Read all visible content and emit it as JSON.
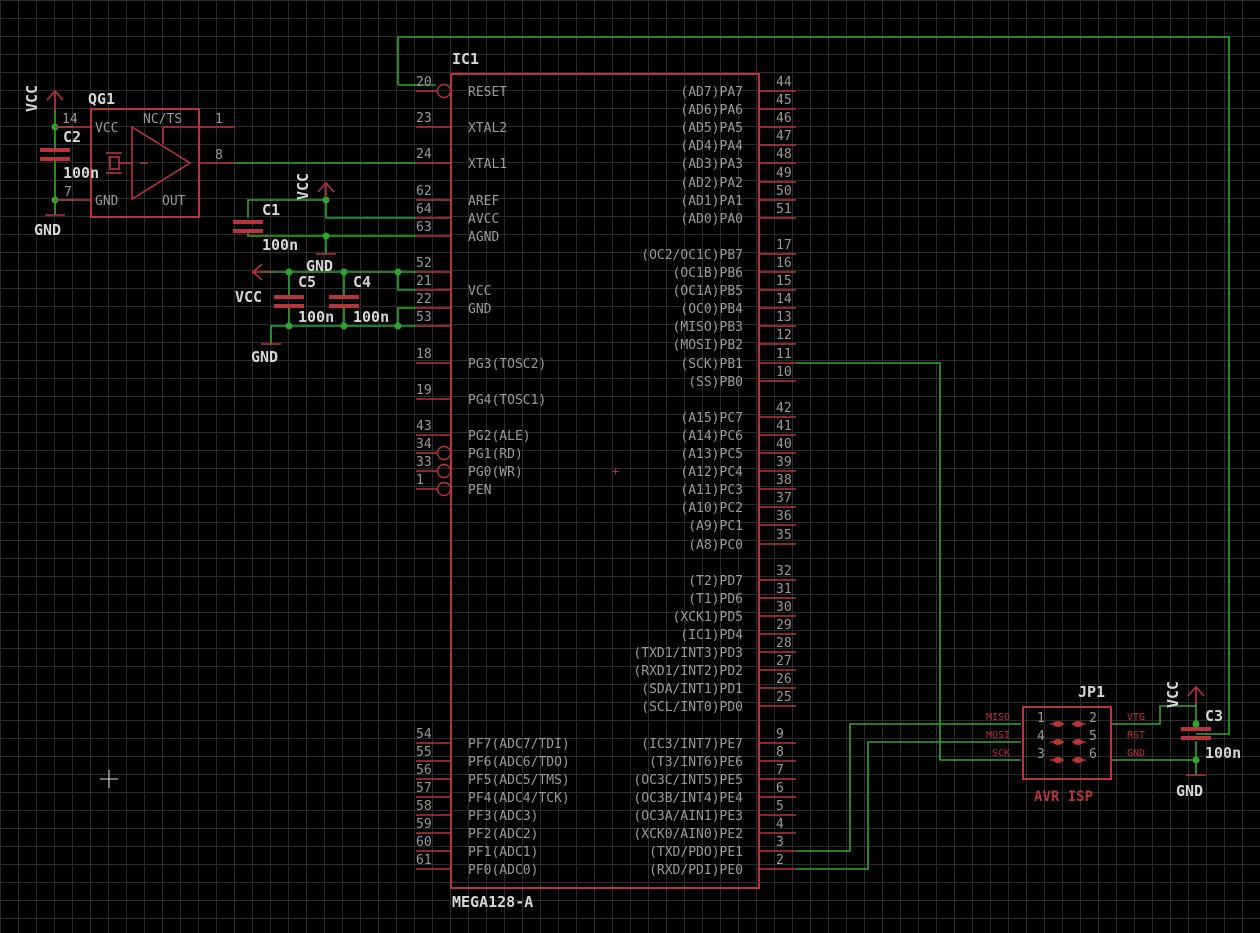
{
  "ic1": {
    "name": "IC1",
    "value": "MEGA128-A",
    "left_pins": [
      {
        "num": "20",
        "name": "RESET",
        "inv": true
      },
      {
        "num": "23",
        "name": "XTAL2"
      },
      {
        "num": "24",
        "name": "XTAL1"
      },
      {
        "num": "62",
        "name": "AREF"
      },
      {
        "num": "64",
        "name": "AVCC"
      },
      {
        "num": "63",
        "name": "AGND"
      },
      {
        "num": "52",
        "name": ""
      },
      {
        "num": "21",
        "name": "VCC"
      },
      {
        "num": "22",
        "name": "GND"
      },
      {
        "num": "53",
        "name": ""
      },
      {
        "num": "18",
        "name": "PG3(TOSC2)"
      },
      {
        "num": "19",
        "name": "PG4(TOSC1)"
      },
      {
        "num": "43",
        "name": "PG2(ALE)"
      },
      {
        "num": "34",
        "name": "PG1(RD)",
        "inv": true
      },
      {
        "num": "33",
        "name": "PG0(WR)",
        "inv": true
      },
      {
        "num": "1",
        "name": "PEN",
        "inv": true
      },
      {
        "num": "54",
        "name": "PF7(ADC7/TDI)"
      },
      {
        "num": "55",
        "name": "PF6(ADC6/TDO)"
      },
      {
        "num": "56",
        "name": "PF5(ADC5/TMS)"
      },
      {
        "num": "57",
        "name": "PF4(ADC4/TCK)"
      },
      {
        "num": "58",
        "name": "PF3(ADC3)"
      },
      {
        "num": "59",
        "name": "PF2(ADC2)"
      },
      {
        "num": "60",
        "name": "PF1(ADC1)"
      },
      {
        "num": "61",
        "name": "PF0(ADC0)"
      }
    ],
    "right_pins": [
      {
        "num": "44",
        "name": "(AD7)PA7"
      },
      {
        "num": "45",
        "name": "(AD6)PA6"
      },
      {
        "num": "46",
        "name": "(AD5)PA5"
      },
      {
        "num": "47",
        "name": "(AD4)PA4"
      },
      {
        "num": "48",
        "name": "(AD3)PA3"
      },
      {
        "num": "49",
        "name": "(AD2)PA2"
      },
      {
        "num": "50",
        "name": "(AD1)PA1"
      },
      {
        "num": "51",
        "name": "(AD0)PA0"
      },
      {
        "num": "17",
        "name": "(OC2/OC1C)PB7"
      },
      {
        "num": "16",
        "name": "(OC1B)PB6"
      },
      {
        "num": "15",
        "name": "(OC1A)PB5"
      },
      {
        "num": "14",
        "name": "(OC0)PB4"
      },
      {
        "num": "13",
        "name": "(MISO)PB3"
      },
      {
        "num": "12",
        "name": "(MOSI)PB2"
      },
      {
        "num": "11",
        "name": "(SCK)PB1"
      },
      {
        "num": "10",
        "name": "(SS)PB0"
      },
      {
        "num": "42",
        "name": "(A15)PC7"
      },
      {
        "num": "41",
        "name": "(A14)PC6"
      },
      {
        "num": "40",
        "name": "(A13)PC5"
      },
      {
        "num": "39",
        "name": "(A12)PC4"
      },
      {
        "num": "38",
        "name": "(A11)PC3"
      },
      {
        "num": "37",
        "name": "(A10)PC2"
      },
      {
        "num": "36",
        "name": "(A9)PC1"
      },
      {
        "num": "35",
        "name": "(A8)PC0"
      },
      {
        "num": "32",
        "name": "(T2)PD7"
      },
      {
        "num": "31",
        "name": "(T1)PD6"
      },
      {
        "num": "30",
        "name": "(XCK1)PD5"
      },
      {
        "num": "29",
        "name": "(IC1)PD4"
      },
      {
        "num": "28",
        "name": "(TXD1/INT3)PD3"
      },
      {
        "num": "27",
        "name": "(RXD1/INT2)PD2"
      },
      {
        "num": "26",
        "name": "(SDA/INT1)PD1"
      },
      {
        "num": "25",
        "name": "(SCL/INT0)PD0"
      },
      {
        "num": "9",
        "name": "(IC3/INT7)PE7"
      },
      {
        "num": "8",
        "name": "(T3/INT6)PE6"
      },
      {
        "num": "7",
        "name": "(OC3C/INT5)PE5"
      },
      {
        "num": "6",
        "name": "(OC3B/INT4)PE4"
      },
      {
        "num": "5",
        "name": "(OC3A/AIN1)PE3"
      },
      {
        "num": "4",
        "name": "(XCK0/AIN0)PE2"
      },
      {
        "num": "3",
        "name": "(TXD/PDO)PE1"
      },
      {
        "num": "2",
        "name": "(RXD/PDI)PE0"
      }
    ]
  },
  "qg1": {
    "name": "QG1",
    "pin_vcc": "VCC",
    "pin_nc": "NC/TS",
    "pin_gnd": "GND",
    "pin_out": "OUT",
    "num_vcc": "14",
    "num_gnd": "7",
    "num_nc": "1",
    "num_out": "8"
  },
  "caps": {
    "c1": {
      "name": "C1",
      "value": "100n"
    },
    "c2": {
      "name": "C2",
      "value": "100n"
    },
    "c3": {
      "name": "C3",
      "value": "100n"
    },
    "c4": {
      "name": "C4",
      "value": "100n"
    },
    "c5": {
      "name": "C5",
      "value": "100n"
    }
  },
  "supplies": {
    "vcc": "VCC",
    "gnd": "GND"
  },
  "jp1": {
    "name": "JP1",
    "value": "AVR ISP",
    "left_labels": [
      "MISO",
      "MOSI",
      "SCK"
    ],
    "right_labels": [
      "VTG",
      "RST",
      "GND"
    ],
    "left_nums": [
      "1",
      "4",
      "3"
    ],
    "right_nums": [
      "2",
      "5",
      "6"
    ]
  },
  "colors": {
    "wire": "#2fa52f",
    "part": "#b5353a",
    "text": "#9a9a9a",
    "background": "#000000",
    "grid": "#2b2b2b"
  }
}
